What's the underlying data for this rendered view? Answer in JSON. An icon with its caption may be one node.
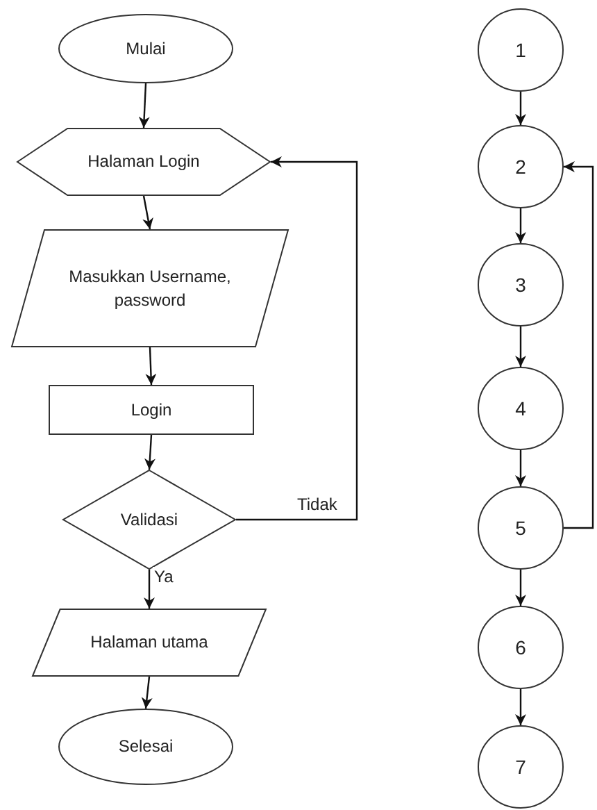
{
  "diagram": {
    "nodes": [
      {
        "text": [
          "Mulai"
        ]
      },
      {
        "text": [
          "Halaman Login"
        ]
      },
      {
        "text": [
          "Masukkan Username, password"
        ]
      },
      {
        "text": [
          "Login"
        ]
      },
      {
        "text": [
          "Validasi"
        ]
      },
      {
        "text": [
          "Halaman utama"
        ]
      },
      {
        "text": [
          "Selesai"
        ]
      },
      {
        "text": [
          "1"
        ]
      },
      {
        "text": [
          "2"
        ]
      },
      {
        "text": [
          "3"
        ]
      },
      {
        "text": [
          "4"
        ]
      },
      {
        "text": [
          "5"
        ]
      },
      {
        "text": [
          "6"
        ]
      },
      {
        "text": [
          "7"
        ]
      }
    ],
    "edges": [
      {
        "from": 0,
        "to": 1,
        "arrow": "to"
      },
      {
        "from": 1,
        "to": 2,
        "arrow": "to"
      },
      {
        "from": 2,
        "to": 3,
        "arrow": "to"
      },
      {
        "from": 3,
        "to": 4,
        "arrow": "to"
      },
      {
        "from": 4,
        "to": 1,
        "arrow": "to",
        "label": "Tidak"
      },
      {
        "from": 4,
        "to": 5,
        "arrow": "to",
        "label": "Ya"
      },
      {
        "from": 5,
        "to": 6,
        "arrow": "to"
      },
      {
        "from": 7,
        "to": 8,
        "arrow": "to"
      },
      {
        "from": 8,
        "to": 9,
        "arrow": "to"
      },
      {
        "from": 9,
        "to": 10,
        "arrow": "to"
      },
      {
        "from": 10,
        "to": 11,
        "arrow": "to"
      },
      {
        "from": 11,
        "to": 12,
        "arrow": "to"
      },
      {
        "from": 12,
        "to": 13,
        "arrow": "to"
      },
      {
        "from": 11,
        "to": 8,
        "arrow": "to"
      }
    ]
  }
}
